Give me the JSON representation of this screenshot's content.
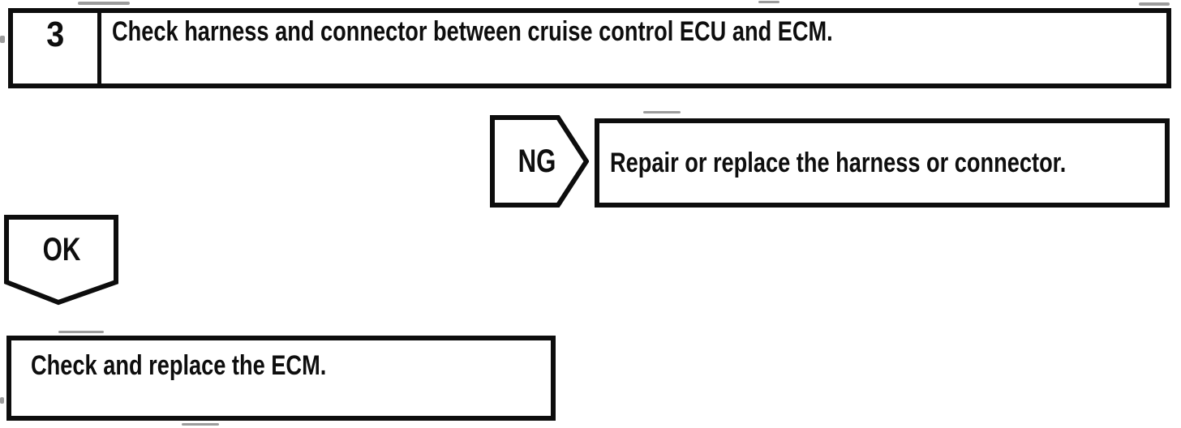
{
  "document": {
    "background_color": "#ffffff",
    "ink_color": "#0d0d0d"
  },
  "flowchart": {
    "step_box": {
      "number": "3",
      "instruction": "Check harness and connector between cruise control ECU and ECM."
    },
    "ng_branch": {
      "connector_label": "NG",
      "action": "Repair or replace the harness or connector."
    },
    "ok_branch": {
      "connector_label": "OK",
      "action": "Check and replace the ECM."
    }
  }
}
